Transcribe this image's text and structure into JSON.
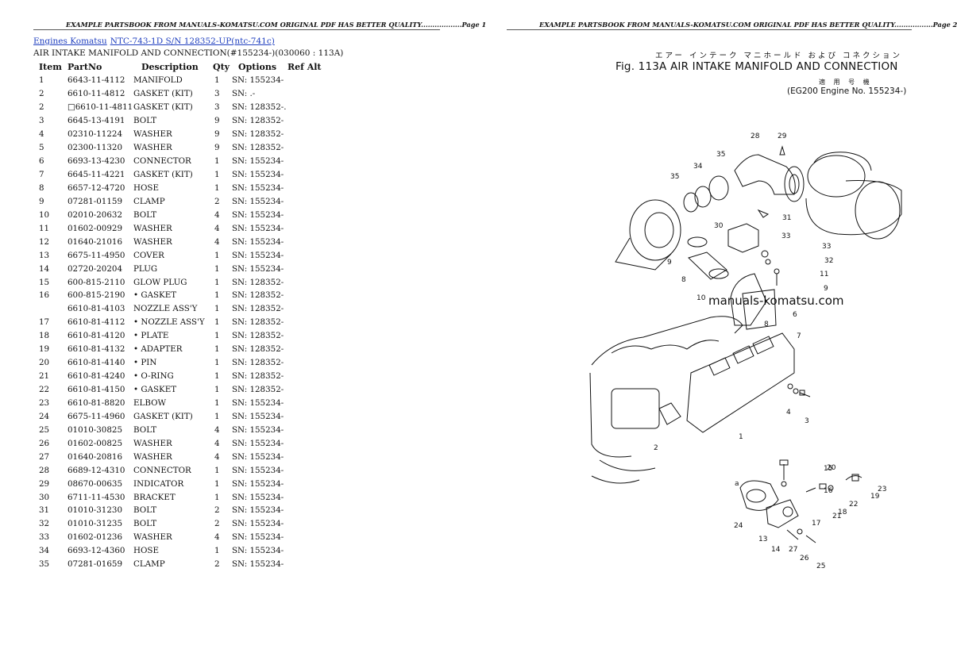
{
  "headers": {
    "left": "EXAMPLE PARTSBOOK FROM MANUALS-KOMATSU.COM ORIGINAL PDF HAS BETTER QUALITY..................Page 1",
    "right": "EXAMPLE PARTSBOOK FROM MANUALS-KOMATSU.COM ORIGINAL PDF HAS BETTER QUALITY.................Page 2"
  },
  "breadcrumb": {
    "link1": "Engines Komatsu",
    "link2": "NTC-743-1D S/N 128352-UP(ntc-741c)"
  },
  "subtitle": "AIR INTAKE MANIFOLD AND CONNECTION(#155234-)(030060 : 113A)",
  "table": {
    "columns": [
      "Item",
      "PartNo",
      "Description",
      "Qty",
      "Options",
      "Ref Alt"
    ],
    "rows": [
      {
        "item": "1",
        "part": "6643-11-4112",
        "desc": "MANIFOLD",
        "qty": "1",
        "opt": "SN: 155234-"
      },
      {
        "item": "2",
        "part": "6610-11-4812",
        "desc": "GASKET (KIT)",
        "qty": "3",
        "opt": "SN: .-"
      },
      {
        "item": "2",
        "part": "□6610-11-4811",
        "desc": "GASKET (KIT)",
        "qty": "3",
        "opt": "SN: 128352-."
      },
      {
        "item": "3",
        "part": "6645-13-4191",
        "desc": "BOLT",
        "qty": "9",
        "opt": "SN: 128352-"
      },
      {
        "item": "4",
        "part": "02310-11224",
        "desc": "WASHER",
        "qty": "9",
        "opt": "SN: 128352-"
      },
      {
        "item": "5",
        "part": "02300-11320",
        "desc": "WASHER",
        "qty": "9",
        "opt": "SN: 128352-"
      },
      {
        "item": "6",
        "part": "6693-13-4230",
        "desc": "CONNECTOR",
        "qty": "1",
        "opt": "SN: 155234-"
      },
      {
        "item": "7",
        "part": "6645-11-4221",
        "desc": "GASKET (KIT)",
        "qty": "1",
        "opt": "SN: 155234-"
      },
      {
        "item": "8",
        "part": "6657-12-4720",
        "desc": "HOSE",
        "qty": "1",
        "opt": "SN: 155234-"
      },
      {
        "item": "9",
        "part": "07281-01159",
        "desc": "CLAMP",
        "qty": "2",
        "opt": "SN: 155234-"
      },
      {
        "item": "10",
        "part": "02010-20632",
        "desc": "BOLT",
        "qty": "4",
        "opt": "SN: 155234-"
      },
      {
        "item": "11",
        "part": "01602-00929",
        "desc": "WASHER",
        "qty": "4",
        "opt": "SN: 155234-"
      },
      {
        "item": "12",
        "part": "01640-21016",
        "desc": "WASHER",
        "qty": "4",
        "opt": "SN: 155234-"
      },
      {
        "item": "13",
        "part": "6675-11-4950",
        "desc": "COVER",
        "qty": "1",
        "opt": "SN: 155234-"
      },
      {
        "item": "14",
        "part": "02720-20204",
        "desc": "PLUG",
        "qty": "1",
        "opt": "SN: 155234-"
      },
      {
        "item": "15",
        "part": "600-815-2110",
        "desc": "GLOW PLUG",
        "qty": "1",
        "opt": "SN: 128352-"
      },
      {
        "item": "16",
        "part": "600-815-2190",
        "desc": "• GASKET",
        "qty": "1",
        "opt": "SN: 128352-"
      },
      {
        "item": "",
        "part": "6610-81-4103",
        "desc": "NOZZLE ASS'Y",
        "qty": "1",
        "opt": "SN: 128352-"
      },
      {
        "item": "17",
        "part": "6610-81-4112",
        "desc": "• NOZZLE ASS'Y",
        "qty": "1",
        "opt": "SN: 128352-"
      },
      {
        "item": "18",
        "part": "6610-81-4120",
        "desc": "• PLATE",
        "qty": "1",
        "opt": "SN: 128352-"
      },
      {
        "item": "19",
        "part": "6610-81-4132",
        "desc": "• ADAPTER",
        "qty": "1",
        "opt": "SN: 128352-"
      },
      {
        "item": "20",
        "part": "6610-81-4140",
        "desc": "• PIN",
        "qty": "1",
        "opt": "SN: 128352-"
      },
      {
        "item": "21",
        "part": "6610-81-4240",
        "desc": "• O-RING",
        "qty": "1",
        "opt": "SN: 128352-"
      },
      {
        "item": "22",
        "part": "6610-81-4150",
        "desc": "• GASKET",
        "qty": "1",
        "opt": "SN: 128352-"
      },
      {
        "item": "23",
        "part": "6610-81-8820",
        "desc": "ELBOW",
        "qty": "1",
        "opt": "SN: 155234-"
      },
      {
        "item": "24",
        "part": "6675-11-4960",
        "desc": "GASKET (KIT)",
        "qty": "1",
        "opt": "SN: 155234-"
      },
      {
        "item": "25",
        "part": "01010-30825",
        "desc": "BOLT",
        "qty": "4",
        "opt": "SN: 155234-"
      },
      {
        "item": "26",
        "part": "01602-00825",
        "desc": "WASHER",
        "qty": "4",
        "opt": "SN: 155234-"
      },
      {
        "item": "27",
        "part": "01640-20816",
        "desc": "WASHER",
        "qty": "4",
        "opt": "SN: 155234-"
      },
      {
        "item": "28",
        "part": "6689-12-4310",
        "desc": "CONNECTOR",
        "qty": "1",
        "opt": "SN: 155234-"
      },
      {
        "item": "29",
        "part": "08670-00635",
        "desc": "INDICATOR",
        "qty": "1",
        "opt": "SN: 155234-"
      },
      {
        "item": "30",
        "part": "6711-11-4530",
        "desc": "BRACKET",
        "qty": "1",
        "opt": "SN: 155234-"
      },
      {
        "item": "31",
        "part": "01010-31230",
        "desc": "BOLT",
        "qty": "2",
        "opt": "SN: 155234-"
      },
      {
        "item": "32",
        "part": "01010-31235",
        "desc": "BOLT",
        "qty": "2",
        "opt": "SN: 155234-"
      },
      {
        "item": "33",
        "part": "01602-01236",
        "desc": "WASHER",
        "qty": "4",
        "opt": "SN: 155234-"
      },
      {
        "item": "34",
        "part": "6693-12-4360",
        "desc": "HOSE",
        "qty": "1",
        "opt": "SN: 155234-"
      },
      {
        "item": "35",
        "part": "07281-01659",
        "desc": "CLAMP",
        "qty": "2",
        "opt": "SN: 155234-"
      }
    ]
  },
  "diagram": {
    "title": "Fig. 113A   AIR INTAKE MANIFOLD AND CONNECTION",
    "title_jp": "エアー インテーク マニホールド および コネクション",
    "applicability_jp": "適 用 号 機",
    "applicability": "(EG200 Engine No. 155234-)",
    "watermark": "manuals-komatsu.com",
    "callouts": [
      "28",
      "29",
      "35",
      "34",
      "35",
      "31",
      "30",
      "33",
      "33",
      "32",
      "9",
      "8",
      "10",
      "11",
      "9",
      "6",
      "8",
      "7",
      "4",
      "3",
      "1",
      "2",
      "15",
      "20",
      "16",
      "a",
      "24",
      "17",
      "21",
      "18",
      "22",
      "19",
      "23",
      "13",
      "14",
      "27",
      "26",
      "25"
    ]
  }
}
